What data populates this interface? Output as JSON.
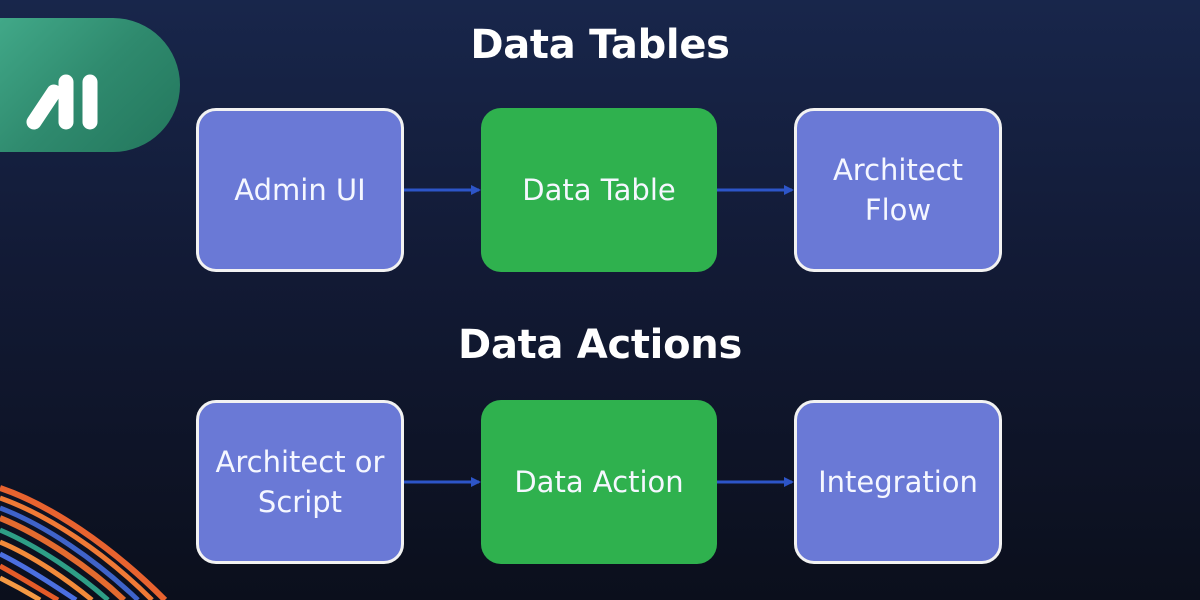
{
  "colors": {
    "background_top": "#18264b",
    "background_bottom": "#0b0f1c",
    "logo_badge": "#3a9d7f",
    "box_blue": "#6a79d6",
    "box_green": "#2fb14e",
    "box_border": "#f2f2f2",
    "arrow": "#2d55c8"
  },
  "icons": {
    "logo": "logo-icon"
  },
  "sections": [
    {
      "title": "Data Tables",
      "boxes": [
        {
          "label": "Admin UI",
          "style": "blue"
        },
        {
          "label": "Data Table",
          "style": "green"
        },
        {
          "label": "Architect\nFlow",
          "style": "blue"
        }
      ]
    },
    {
      "title": "Data Actions",
      "boxes": [
        {
          "label": "Architect or\nScript",
          "style": "blue"
        },
        {
          "label": "Data Action",
          "style": "green"
        },
        {
          "label": "Integration",
          "style": "blue"
        }
      ]
    }
  ]
}
